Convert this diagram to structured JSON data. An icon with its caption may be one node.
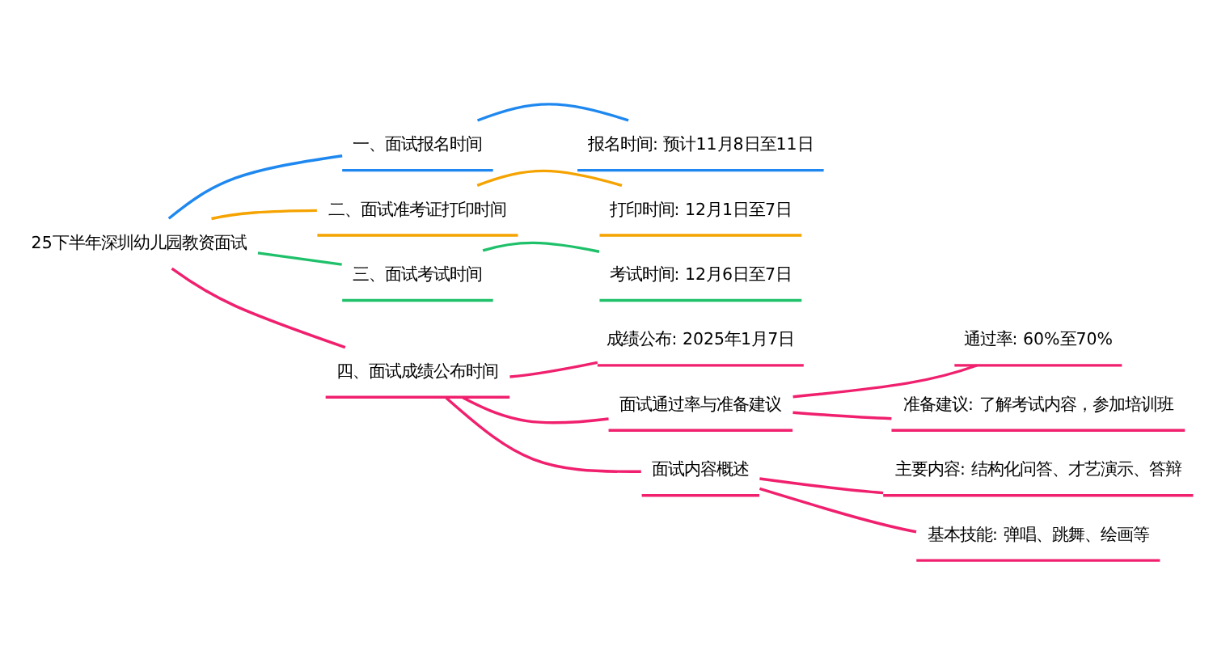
{
  "diagram": {
    "nodes": [
      {
        "text": [
          "25下半年深圳幼儿园教资面试"
        ]
      },
      {
        "text": [
          "一、面试报名时间"
        ]
      },
      {
        "text": [
          "报名时间: 预计11月8日至11日"
        ]
      },
      {
        "text": [
          "二、面试准考证打印时间"
        ]
      },
      {
        "text": [
          "打印时间: 12月1日至7日"
        ]
      },
      {
        "text": [
          "三、面试考试时间"
        ]
      },
      {
        "text": [
          "考试时间: 12月6日至7日"
        ]
      },
      {
        "text": [
          "四、面试成绩公布时间"
        ]
      },
      {
        "text": [
          "成绩公布: 2025年1月7日"
        ]
      },
      {
        "text": [
          "面试通过率与准备建议"
        ]
      },
      {
        "text": [
          "通过率: 60%至70%"
        ]
      },
      {
        "text": [
          "准备建议: 了解考试内容，参加培训班"
        ]
      },
      {
        "text": [
          "面试内容概述"
        ]
      },
      {
        "text": [
          "主要内容: 结构化问答、才艺演示、答辩"
        ]
      },
      {
        "text": [
          "基本技能: 弹唱、跳舞、绘画等"
        ]
      }
    ],
    "edges": [
      {
        "from": 0,
        "to": 1,
        "arrow": "none",
        "color": "#1e88f0"
      },
      {
        "from": 1,
        "to": 2,
        "arrow": "none",
        "color": "#1e88f0"
      },
      {
        "from": 0,
        "to": 3,
        "arrow": "none",
        "color": "#f5a300"
      },
      {
        "from": 3,
        "to": 4,
        "arrow": "none",
        "color": "#f5a300"
      },
      {
        "from": 0,
        "to": 5,
        "arrow": "none",
        "color": "#1fc06a"
      },
      {
        "from": 5,
        "to": 6,
        "arrow": "none",
        "color": "#1fc06a"
      },
      {
        "from": 0,
        "to": 7,
        "arrow": "none"
      },
      {
        "from": 7,
        "to": 8,
        "arrow": "none"
      },
      {
        "from": 7,
        "to": 9,
        "arrow": "none"
      },
      {
        "from": 9,
        "to": 10,
        "arrow": "none"
      },
      {
        "from": 9,
        "to": 11,
        "arrow": "none"
      },
      {
        "from": 7,
        "to": 12,
        "arrow": "none"
      },
      {
        "from": 12,
        "to": 13,
        "arrow": "none"
      },
      {
        "from": 12,
        "to": 14,
        "arrow": "none"
      }
    ]
  }
}
